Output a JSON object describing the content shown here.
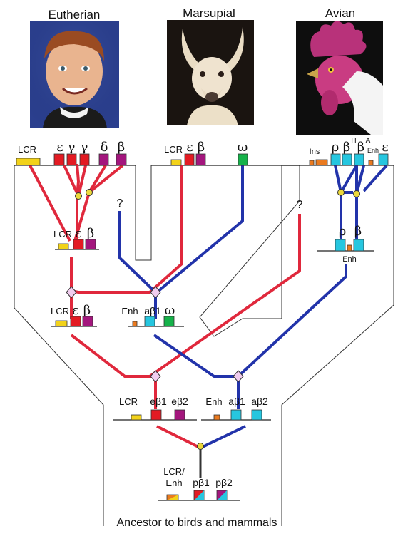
{
  "headers": {
    "eutherian": "Eutherian",
    "marsupial": "Marsupial",
    "avian": "Avian"
  },
  "photos": {
    "eutherian": "portrait of a young boy",
    "marsupial": "white wallaby",
    "avian": "white rooster with red comb"
  },
  "colors": {
    "epsilon_lineage": "#e0283c",
    "omega_lineage": "#2233aa",
    "lcr": "#f2d21a",
    "gene_red": "#e31b23",
    "gene_purple": "#a3167d",
    "gene_green": "#16b24a",
    "gene_cyan": "#26c6df",
    "gene_orange": "#ea7a1f",
    "duplication_node": "#f1cdef",
    "split_node": "#ecd83a"
  },
  "eutherian_cluster": {
    "lcr": "LCR",
    "g1": "ε",
    "g2": "γ",
    "g3": "γ",
    "g4": "δ",
    "g5": "β"
  },
  "marsupial_cluster": {
    "lcr": "LCR",
    "g1": "ε",
    "g2": "β",
    "omega": "ω"
  },
  "avian_cluster": {
    "ins": "Ins",
    "rho": "ρ",
    "bH": "β",
    "bH_sup": "H",
    "bA": "β",
    "bA_sup": "A",
    "enh": "Enh",
    "eps": "ε"
  },
  "unknown_origin": [
    "?",
    "?"
  ],
  "mammal_epsilon_ancestor": {
    "lcr": "LCR",
    "g1": "ε",
    "g2": "β"
  },
  "therian_epsilon_ancestor": {
    "lcr": "LCR",
    "g1": "ε",
    "g2": "β"
  },
  "therian_omega_ancestor": {
    "enh": "Enh",
    "g1": "aβ1",
    "g2": "ω"
  },
  "avian_ancestor": {
    "g1": "ρ",
    "g2": "β",
    "enh": "Enh"
  },
  "amniote_epsilon_cluster": {
    "lcr": "LCR",
    "g1": "eβ1",
    "g2": "eβ2"
  },
  "amniote_omega_cluster": {
    "enh": "Enh",
    "g1": "aβ1",
    "g2": "aβ2"
  },
  "root_cluster": {
    "lcr_line1": "LCR/",
    "lcr_line2": "Enh",
    "g1": "pβ1",
    "g2": "pβ2"
  },
  "caption": "Ancestor to birds and mammals"
}
